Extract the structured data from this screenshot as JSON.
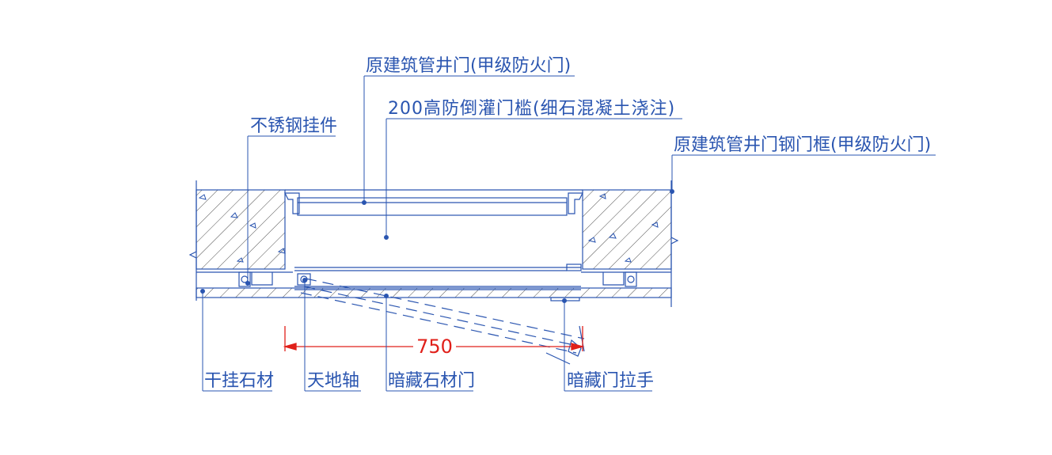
{
  "labels": {
    "shaft_door": "原建筑管井门(甲级防火门)",
    "sill": "200高防倒灌门槛(细石混凝土浇注)",
    "hanger": "不锈钢挂件",
    "door_frame": "原建筑管井门钢门框(甲级防火门)",
    "dry_stone": "干挂石材",
    "pivot": "天地轴",
    "stone_door": "暗藏石材门",
    "handle": "暗藏门拉手"
  },
  "dimension": {
    "value": "750"
  },
  "colors": {
    "line": "#2a55b0",
    "dimension": "#e0201a",
    "hatch": "#3a3a3a",
    "background": "#ffffff"
  }
}
